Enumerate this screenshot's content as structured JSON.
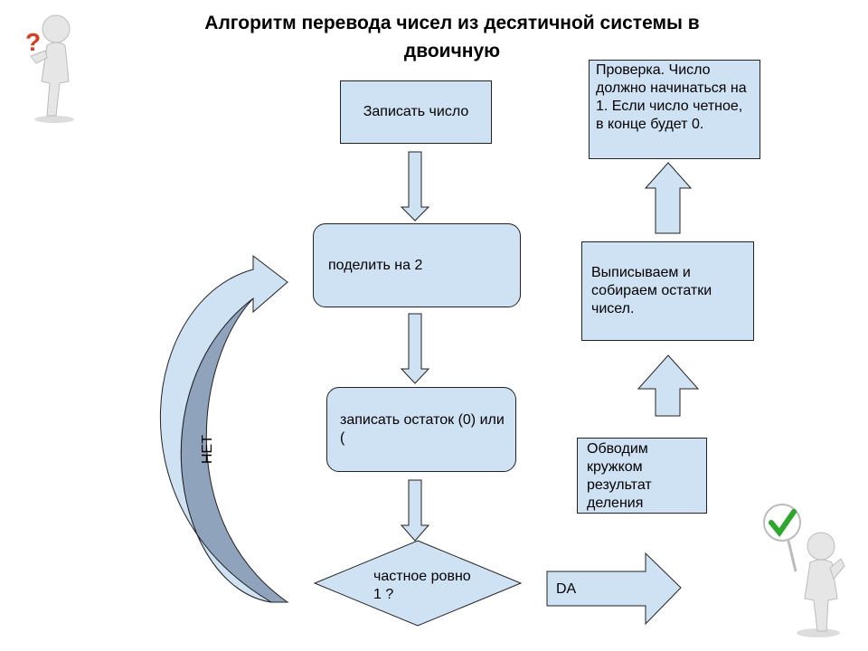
{
  "diagram": {
    "title": "Алгоритм перевода чисел из десятичной системы в двоичную",
    "steps": {
      "write_number": "Записать число",
      "divide_by_2": "поделить на 2",
      "write_remainder": "записать остаток (0) или (",
      "decision": "частное ровно 1 ?",
      "circle_result": "Обводим кружком результат деления",
      "collect_remainders": "Выписываем и собираем остатки чисел.",
      "check": "Проверка. Число должно начинаться на 1. Если число четное, в конце будет 0."
    },
    "labels": {
      "no": "НЕТ",
      "yes": "DA"
    },
    "icons": [
      "question-figure-icon",
      "checkmark-figure-icon"
    ],
    "colors": {
      "box_fill": "#cfe2f3",
      "loop_fill": "#8fa3bd",
      "check_green": "#2da82d",
      "question_red": "#e03a1e"
    }
  }
}
